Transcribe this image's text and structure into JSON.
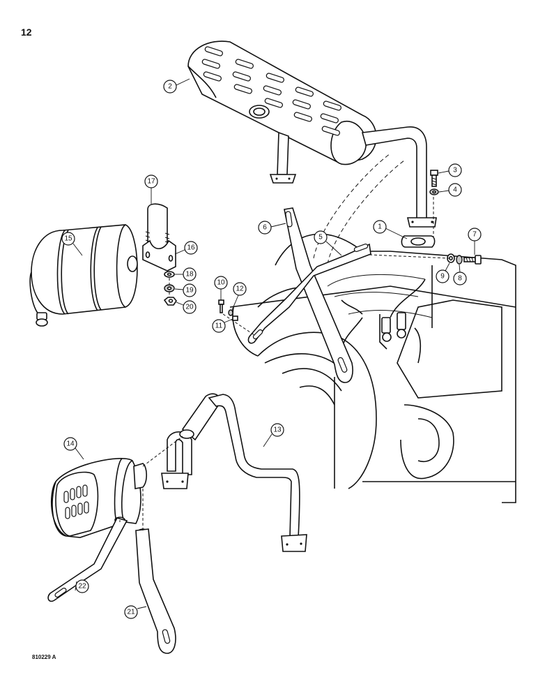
{
  "page": {
    "page_number": "12",
    "figure_code": "810229 A"
  },
  "callouts": [
    "1",
    "2",
    "3",
    "4",
    "5",
    "6",
    "7",
    "8",
    "9",
    "10",
    "11",
    "12",
    "13",
    "14",
    "15",
    "16",
    "17",
    "18",
    "19",
    "20",
    "21",
    "22"
  ]
}
